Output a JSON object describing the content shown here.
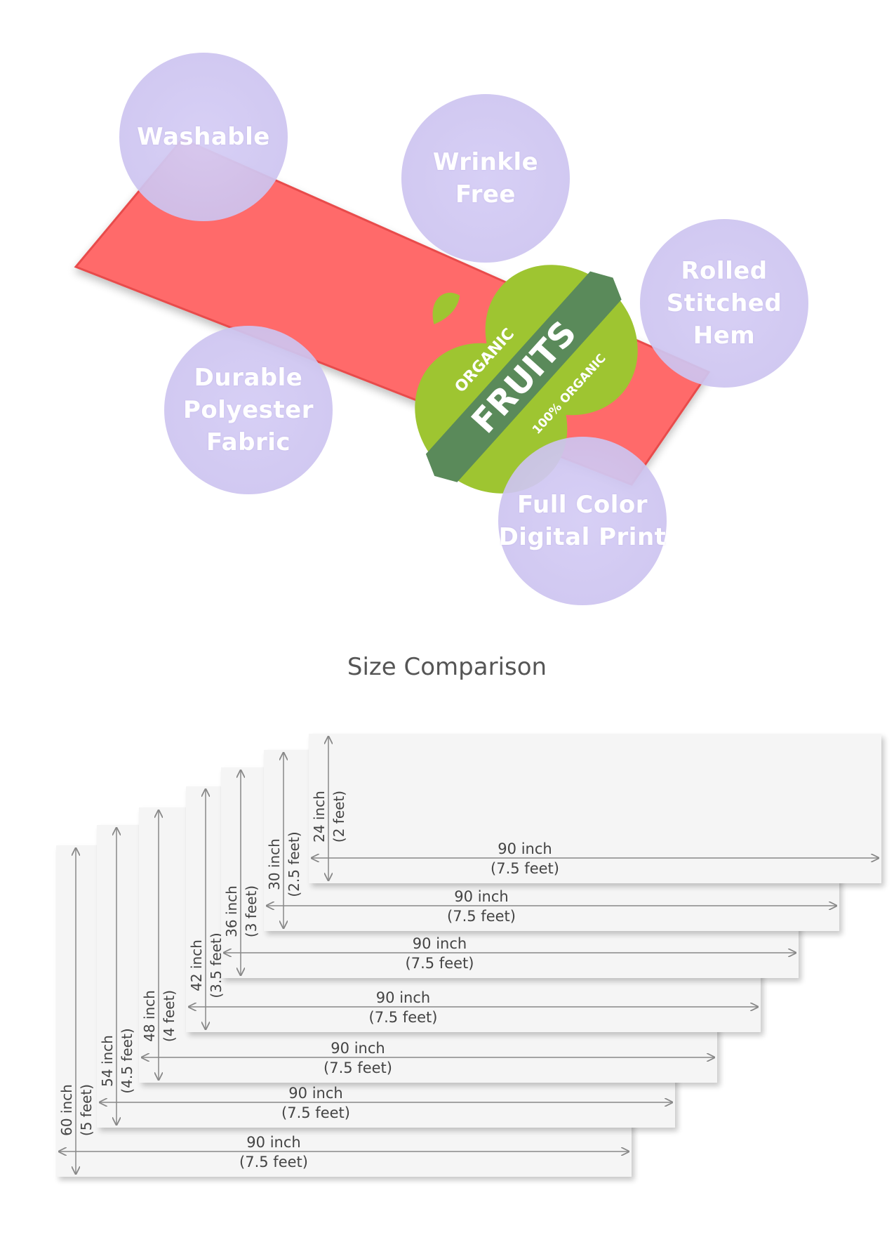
{
  "features": [
    {
      "id": "washable",
      "label": "Washable"
    },
    {
      "id": "wrinkle-free",
      "label": "Wrinkle\nFree"
    },
    {
      "id": "rolled-stitched-hem",
      "label": "Rolled\nStitched\nHem"
    },
    {
      "id": "durable-polyester-fabric",
      "label": "Durable\nPolyester\nFabric"
    },
    {
      "id": "full-color-digital-print",
      "label": "Full Color\nDigital Print"
    }
  ],
  "logo": {
    "top": "ORGANIC",
    "main": "FRUITS",
    "bottom": "100% ORGANIC"
  },
  "colors": {
    "runner": "#ff6b6b",
    "badge": "#d5cdf5",
    "logo_green": "#9ec531",
    "logo_dark": "#5a8a5a"
  },
  "size_comparison": {
    "title": "Size Comparison",
    "sizes": [
      {
        "h_inch": "24 inch",
        "h_feet": "(2 feet)",
        "w_inch": "90 inch",
        "w_feet": "(7.5 feet)"
      },
      {
        "h_inch": "30 inch",
        "h_feet": "(2.5 feet)",
        "w_inch": "90 inch",
        "w_feet": "(7.5 feet)"
      },
      {
        "h_inch": "36 inch",
        "h_feet": "(3 feet)",
        "w_inch": "90 inch",
        "w_feet": "(7.5 feet)"
      },
      {
        "h_inch": "42 inch",
        "h_feet": "(3.5 feet)",
        "w_inch": "90 inch",
        "w_feet": "(7.5 feet)"
      },
      {
        "h_inch": "48 inch",
        "h_feet": "(4 feet)",
        "w_inch": "90 inch",
        "w_feet": "(7.5 feet)"
      },
      {
        "h_inch": "54 inch",
        "h_feet": "(4.5 feet)",
        "w_inch": "90 inch",
        "w_feet": "(7.5 feet)"
      },
      {
        "h_inch": "60 inch",
        "h_feet": "(5 feet)",
        "w_inch": "90 inch",
        "w_feet": "(7.5 feet)"
      }
    ]
  }
}
